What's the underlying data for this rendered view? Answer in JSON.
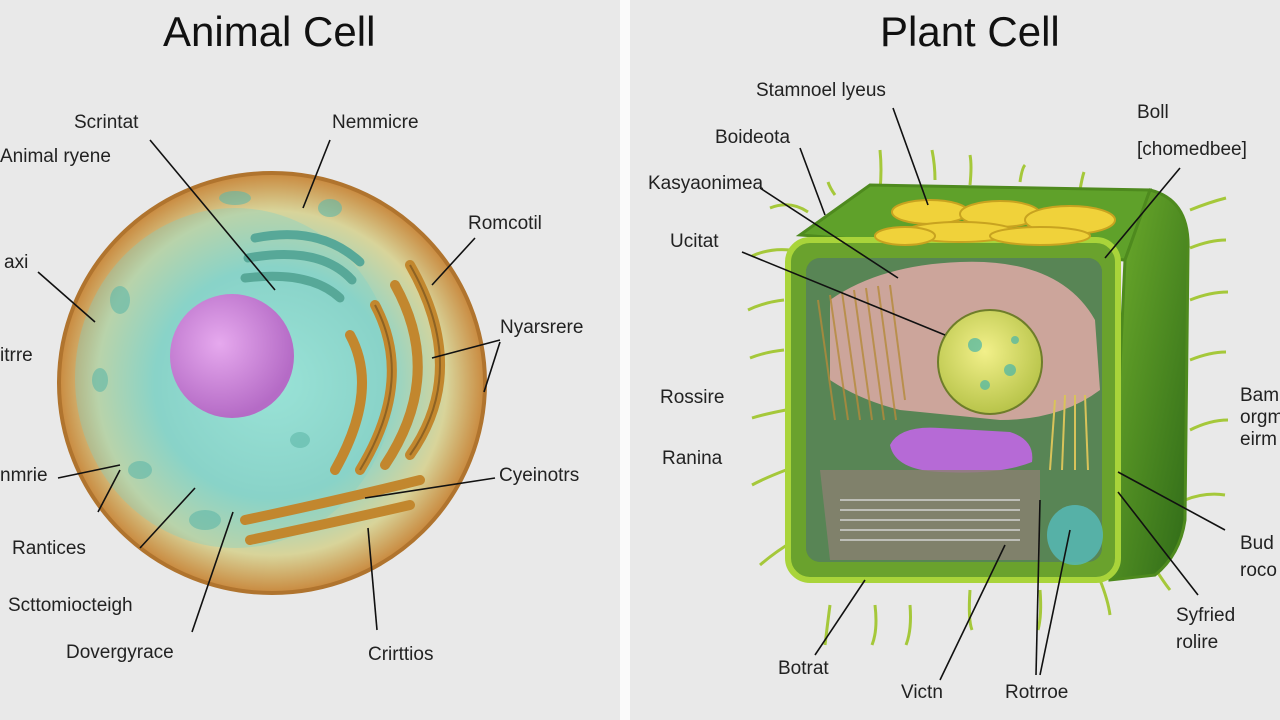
{
  "animal": {
    "title": "Animal Cell",
    "labels": {
      "l1": "Scrintat",
      "l2": "Animal ryene",
      "l3": "Nemmicre",
      "l4": "Romcotil",
      "l5": "axi",
      "l6": "Nyarsrere",
      "l7": "itrre",
      "l8": "nmrie",
      "l9": "Cyeinotrs",
      "l10": "Rantices",
      "l11": "Scttomiocteigh",
      "l12": "Dovergyrace",
      "l13": "Crirttios"
    }
  },
  "plant": {
    "title": "Plant Cell",
    "labels": {
      "p1": "Stamnoel lyeus",
      "p2": "Boideota",
      "p3": "Kasyaonimea",
      "p4": "Ucitat",
      "p5": "Boll",
      "p6": "[chomedbee]",
      "p7": "Rossire",
      "p8": "Ranina",
      "p9": "Bam",
      "p10": "orgm",
      "p11": "eirm",
      "p12": "Bud",
      "p13": "roco",
      "p14": "Syfried",
      "p15": "rolire",
      "p16": "Botrat",
      "p17": "Victn",
      "p18": "Rotrroe"
    }
  },
  "colors": {
    "background": "#e9e9e9",
    "cell_membrane": "#c58a3c",
    "cytoplasm": "#9ee0d6",
    "nucleus": "#c27bd1",
    "er": "#c2872e",
    "cell_wall": "#7cb82e",
    "chloroplast": "#f0d23a",
    "vacuole": "#b66ad6"
  }
}
